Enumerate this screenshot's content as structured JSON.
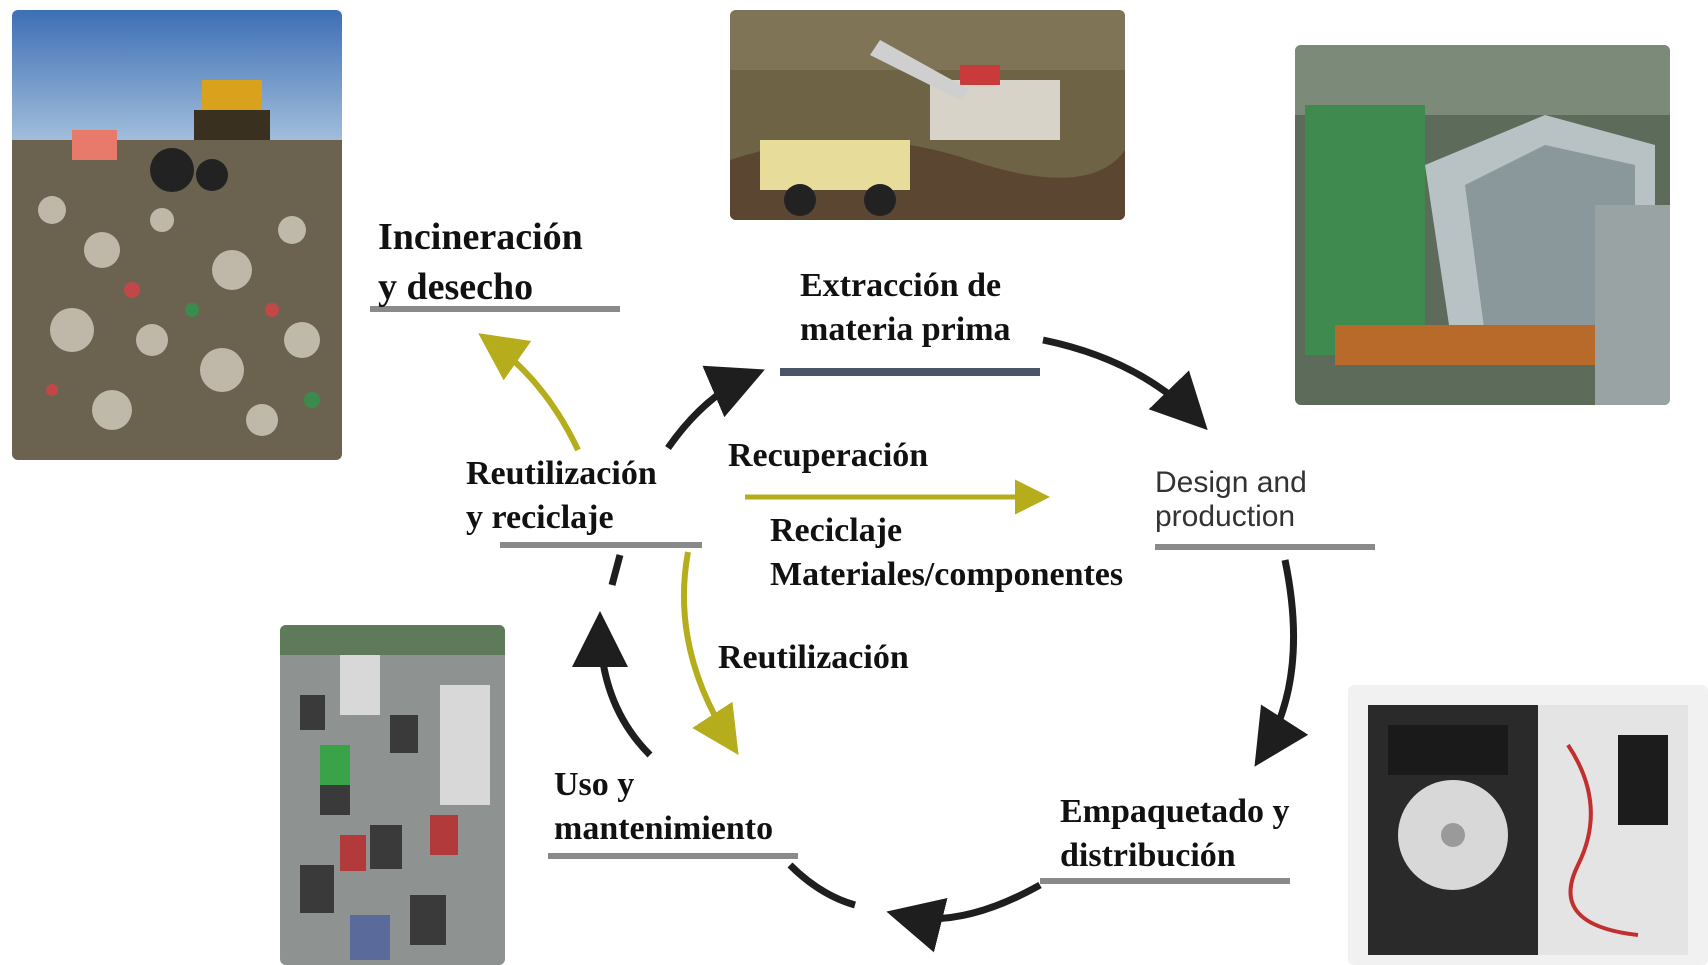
{
  "nodes": {
    "incineracion": {
      "line1": "Incineración",
      "line2": "y desecho"
    },
    "extraccion": {
      "line1": "Extracción de",
      "line2": "materia prima"
    },
    "design": {
      "line1": "Design and",
      "line2": "production"
    },
    "empaquetado": {
      "line1": "Empaquetado y",
      "line2": "distribución"
    },
    "uso": {
      "line1": "Uso y",
      "line2": "mantenimiento"
    },
    "reutilizacion_reciclaje": {
      "line1": "Reutilización",
      "line2": "y reciclaje"
    }
  },
  "arrows": {
    "recuperacion": "Recuperación",
    "reciclaje": {
      "line1": "Reciclaje",
      "line2": "Materiales/componentes"
    },
    "reutilizacion": "Reutilización"
  },
  "colors": {
    "cycle_arrow": "#1e1e1e",
    "recovery_arrow": "#b5ad1c",
    "underline_gray": "#8a8a8a",
    "underline_dark": "#4a5566"
  },
  "photos": {
    "landfill": "landfill-photo",
    "mining": "mining-photo",
    "factory": "car-factory-photo",
    "package": "product-package-photo",
    "traffic": "traffic-photo"
  }
}
